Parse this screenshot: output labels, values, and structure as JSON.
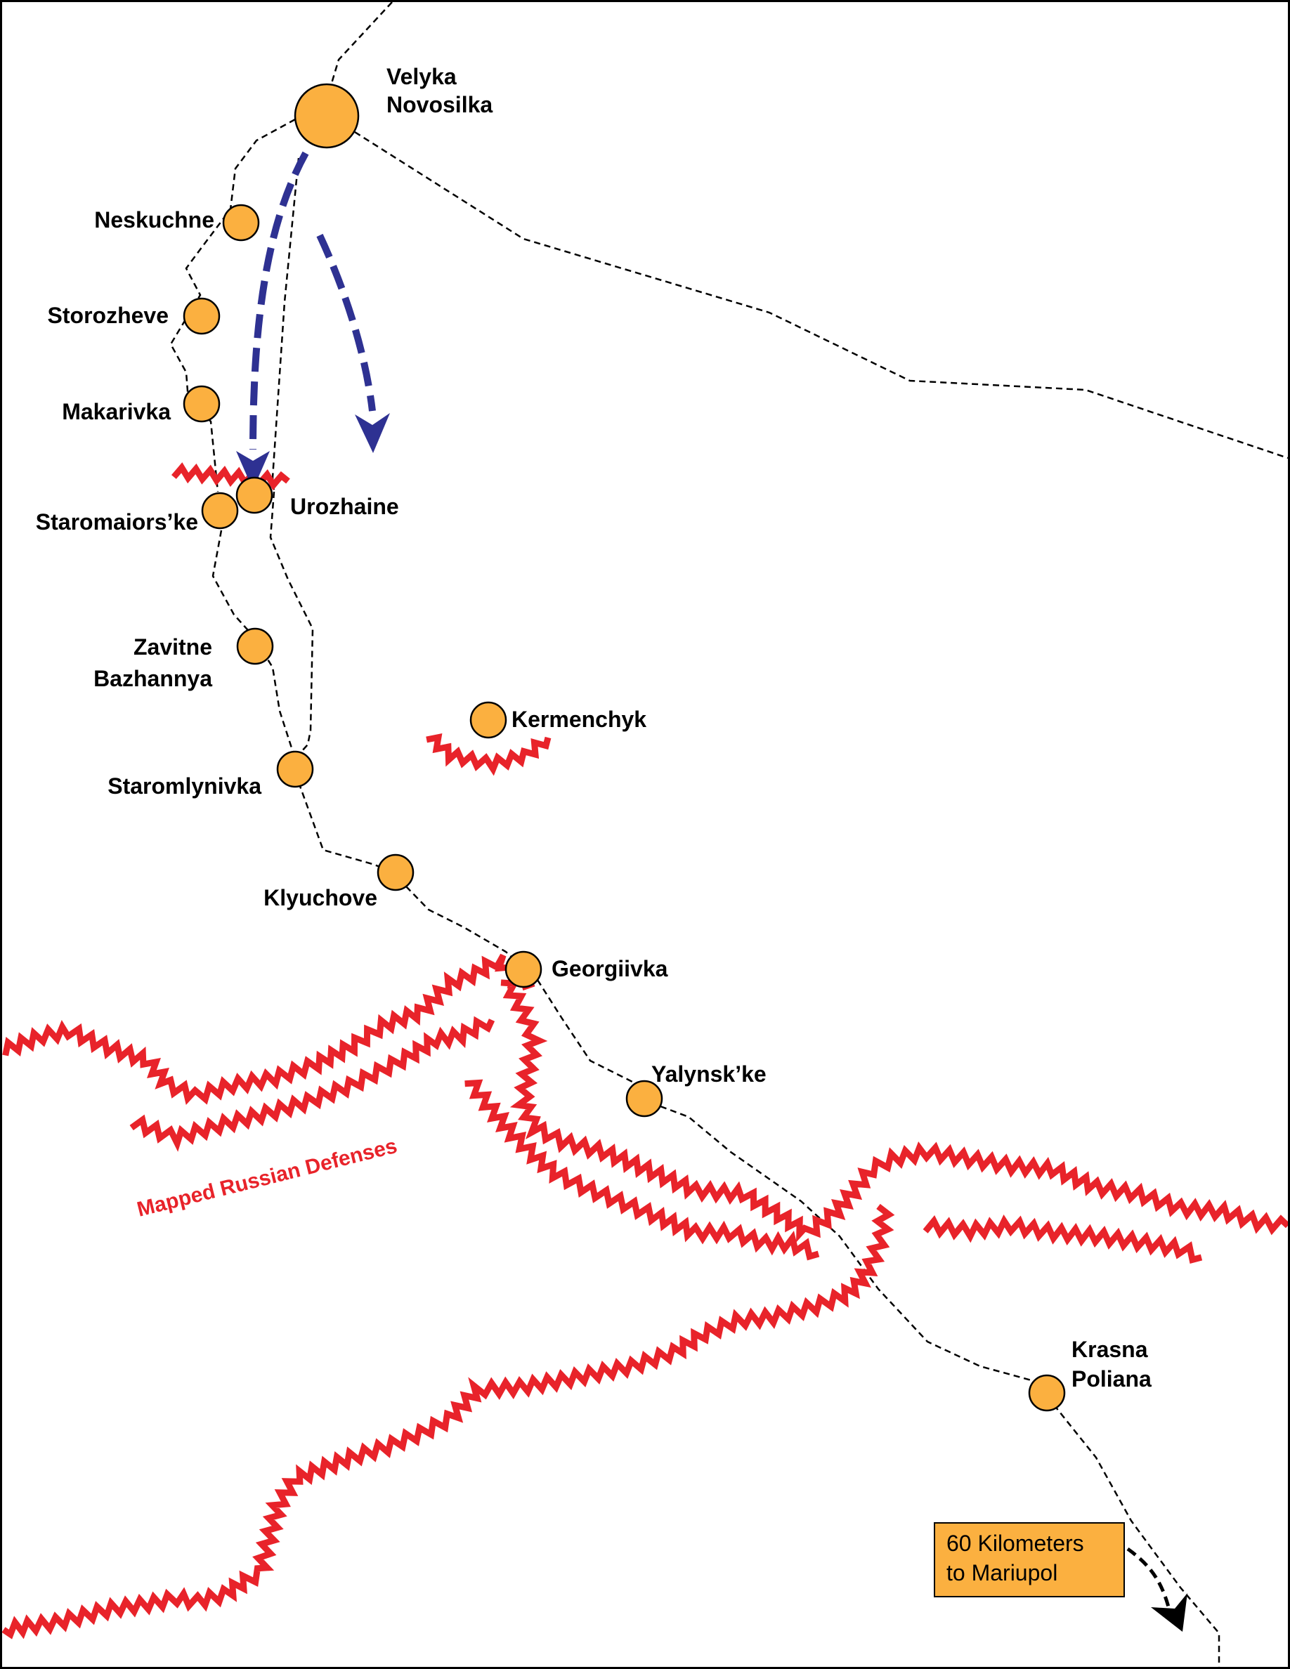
{
  "colors": {
    "road": "#000000",
    "town_fill": "#fbb040",
    "town_stroke": "#000000",
    "defense_line": "#e8232a",
    "advance_arrow": "#2e3192",
    "note_fill": "#fbb040",
    "background": "#ffffff"
  },
  "towns": [
    {
      "id": "velyka-novosilka",
      "lines": [
        "Velyka",
        "Novosilka"
      ],
      "size": "large"
    },
    {
      "id": "neskuchne",
      "lines": [
        "Neskuchne"
      ],
      "size": "small"
    },
    {
      "id": "storozheve",
      "lines": [
        "Storozheve"
      ],
      "size": "small"
    },
    {
      "id": "makarivka",
      "lines": [
        "Makarivka"
      ],
      "size": "small"
    },
    {
      "id": "urozhaine",
      "lines": [
        "Urozhaine"
      ],
      "size": "small"
    },
    {
      "id": "staromaiorske",
      "lines": [
        "Staromaiors’ke"
      ],
      "size": "small"
    },
    {
      "id": "zavitne-bazhannya",
      "lines": [
        "Zavitne",
        "Bazhannya"
      ],
      "size": "small"
    },
    {
      "id": "kermenchyk",
      "lines": [
        "Kermenchyk"
      ],
      "size": "small"
    },
    {
      "id": "staromlynivka",
      "lines": [
        "Staromlynivka"
      ],
      "size": "small"
    },
    {
      "id": "klyuchove",
      "lines": [
        "Klyuchove"
      ],
      "size": "small"
    },
    {
      "id": "georgiivka",
      "lines": [
        "Georgiivka"
      ],
      "size": "small"
    },
    {
      "id": "yalynske",
      "lines": [
        "Yalynsk’ke"
      ],
      "size": "small"
    },
    {
      "id": "krasna-poliana",
      "lines": [
        "Krasna",
        "Poliana"
      ],
      "size": "small"
    }
  ],
  "defenses_label": "Mapped Russian Defenses",
  "note": {
    "lines": [
      "60 Kilometers",
      "to Mariupol"
    ]
  },
  "icons": {
    "advance_arrow": "arrow-down-icon",
    "note_arrow": "arrow-down-right-icon"
  }
}
